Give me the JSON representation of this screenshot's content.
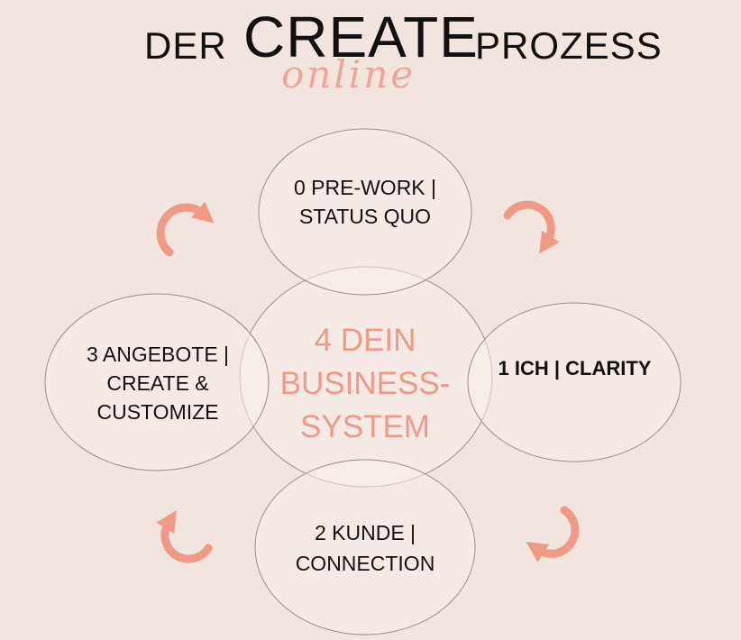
{
  "title": {
    "part1": "DER",
    "part2": "CREATE",
    "part3": "PROZESS",
    "script": "online"
  },
  "nodes": {
    "top": "0 PRE-WORK | STATUS QUO",
    "right": "1 ICH | CLARITY",
    "bottom": "2 KUNDE | CONNECTION",
    "left": "3 ANGEBOTE | CREATE & CUSTOMIZE",
    "center": "4 DEIN BUSINESS-SYSTEM"
  },
  "colors": {
    "background": "#f2e4df",
    "circle_fill": "#f7efeb",
    "circle_stroke": "#9a8e8a",
    "accent": "#f09a86"
  },
  "icons": [
    "circular-arrow-icon"
  ]
}
